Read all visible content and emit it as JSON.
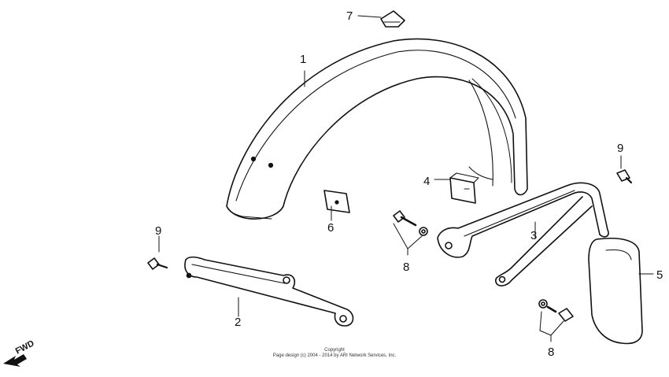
{
  "diagram": {
    "callouts": {
      "c1": "1",
      "c2": "2",
      "c3": "3",
      "c4": "4",
      "c5": "5",
      "c6": "6",
      "c7": "7",
      "c8a": "8",
      "c8b": "8",
      "c9a": "9",
      "c9b": "9"
    },
    "fwd_label": "FWD",
    "copyright_title": "Copyright",
    "copyright_text": "Page design (c) 2004 - 2014 by ARI Network Services, Inc."
  }
}
